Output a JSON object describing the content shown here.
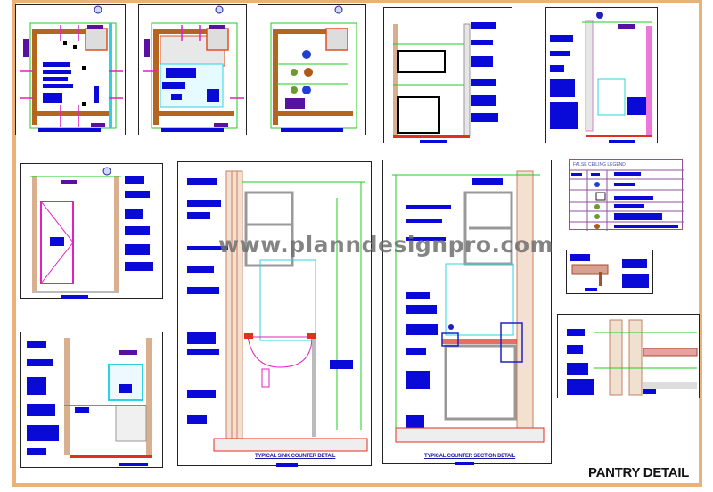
{
  "sheet": {
    "title": "PANTRY DETAIL",
    "watermark": "www.planndesignpro.com",
    "border_color": "#e8b27a"
  },
  "colors": {
    "dimension_green": "#22cc22",
    "text_blue": "#0a0ad8",
    "wall_brown": "#b5651d",
    "tag_magenta": "#e020c0",
    "cyan_outline": "#30d0e0",
    "red_line": "#e03020"
  },
  "panels": [
    {
      "id": "floor-plan-1",
      "type": "plan"
    },
    {
      "id": "floor-plan-2",
      "type": "plan"
    },
    {
      "id": "ceiling-plan",
      "type": "reflected-ceiling-plan"
    },
    {
      "id": "elevation-a",
      "type": "elevation"
    },
    {
      "id": "elevation-b",
      "type": "elevation"
    },
    {
      "id": "elevation-c",
      "type": "elevation"
    },
    {
      "id": "elevation-d",
      "type": "elevation"
    },
    {
      "id": "sink-counter-detail",
      "type": "section",
      "caption": "TYPICAL SINK COUNTER DETAIL"
    },
    {
      "id": "counter-section-detail",
      "type": "section",
      "caption": "TYPICAL COUNTER SECTION DETAIL"
    },
    {
      "id": "counter-edge-detail",
      "type": "detail"
    },
    {
      "id": "wall-counter-detail",
      "type": "detail"
    }
  ],
  "legend": {
    "title": "FALSE CEILING LEGEND",
    "rows": [
      {
        "symbol": "downlight"
      },
      {
        "symbol": "exhaust-fan"
      },
      {
        "symbol": "light-green"
      },
      {
        "symbol": "light-green-small"
      },
      {
        "symbol": "light-brown"
      }
    ]
  }
}
